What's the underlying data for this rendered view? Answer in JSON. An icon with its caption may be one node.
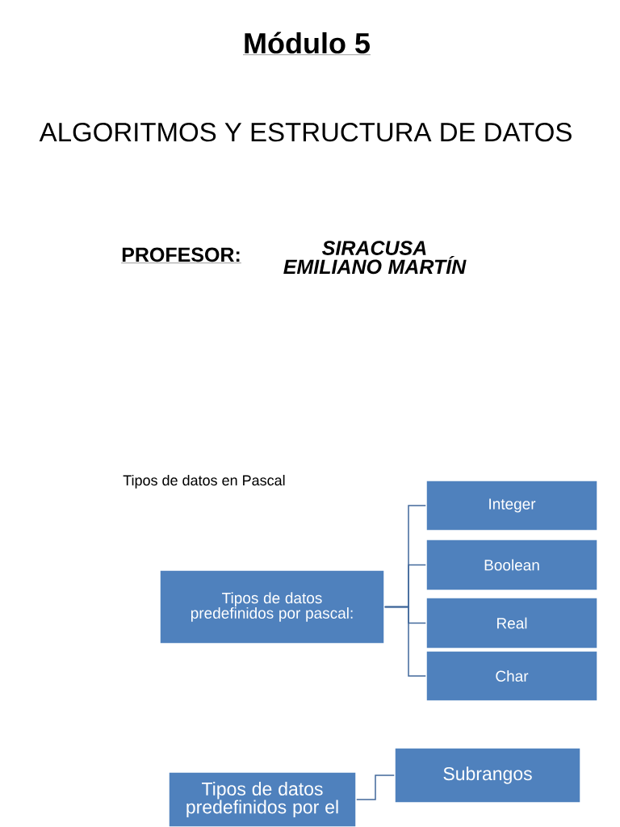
{
  "diagram": {
    "title": "Módulo 5",
    "nodes": [
      {
        "text": [
          "Tipos de datos predefinidos por pascal:"
        ]
      },
      {
        "text": [
          "Integer"
        ]
      },
      {
        "text": [
          "Boolean"
        ]
      },
      {
        "text": [
          "Real"
        ]
      },
      {
        "text": [
          "Char"
        ]
      },
      {
        "text": [
          "Tipos de datos predefinidos por el"
        ]
      },
      {
        "text": [
          "Subrangos"
        ]
      }
    ],
    "edges": [
      {
        "from": 0,
        "to": 1,
        "arrow": "none"
      },
      {
        "from": 0,
        "to": 2,
        "arrow": "none"
      },
      {
        "from": 0,
        "to": 3,
        "arrow": "none"
      },
      {
        "from": 0,
        "to": 4,
        "arrow": "none"
      },
      {
        "from": 5,
        "to": 6,
        "arrow": "none"
      }
    ],
    "labels": [
      "ALGORITMOS Y ESTRUCTURA DE DATOS",
      "PROFESOR:",
      "SIRACUSA EMILIANO MARTÍN",
      "Tipos de datos en Pascal"
    ]
  }
}
